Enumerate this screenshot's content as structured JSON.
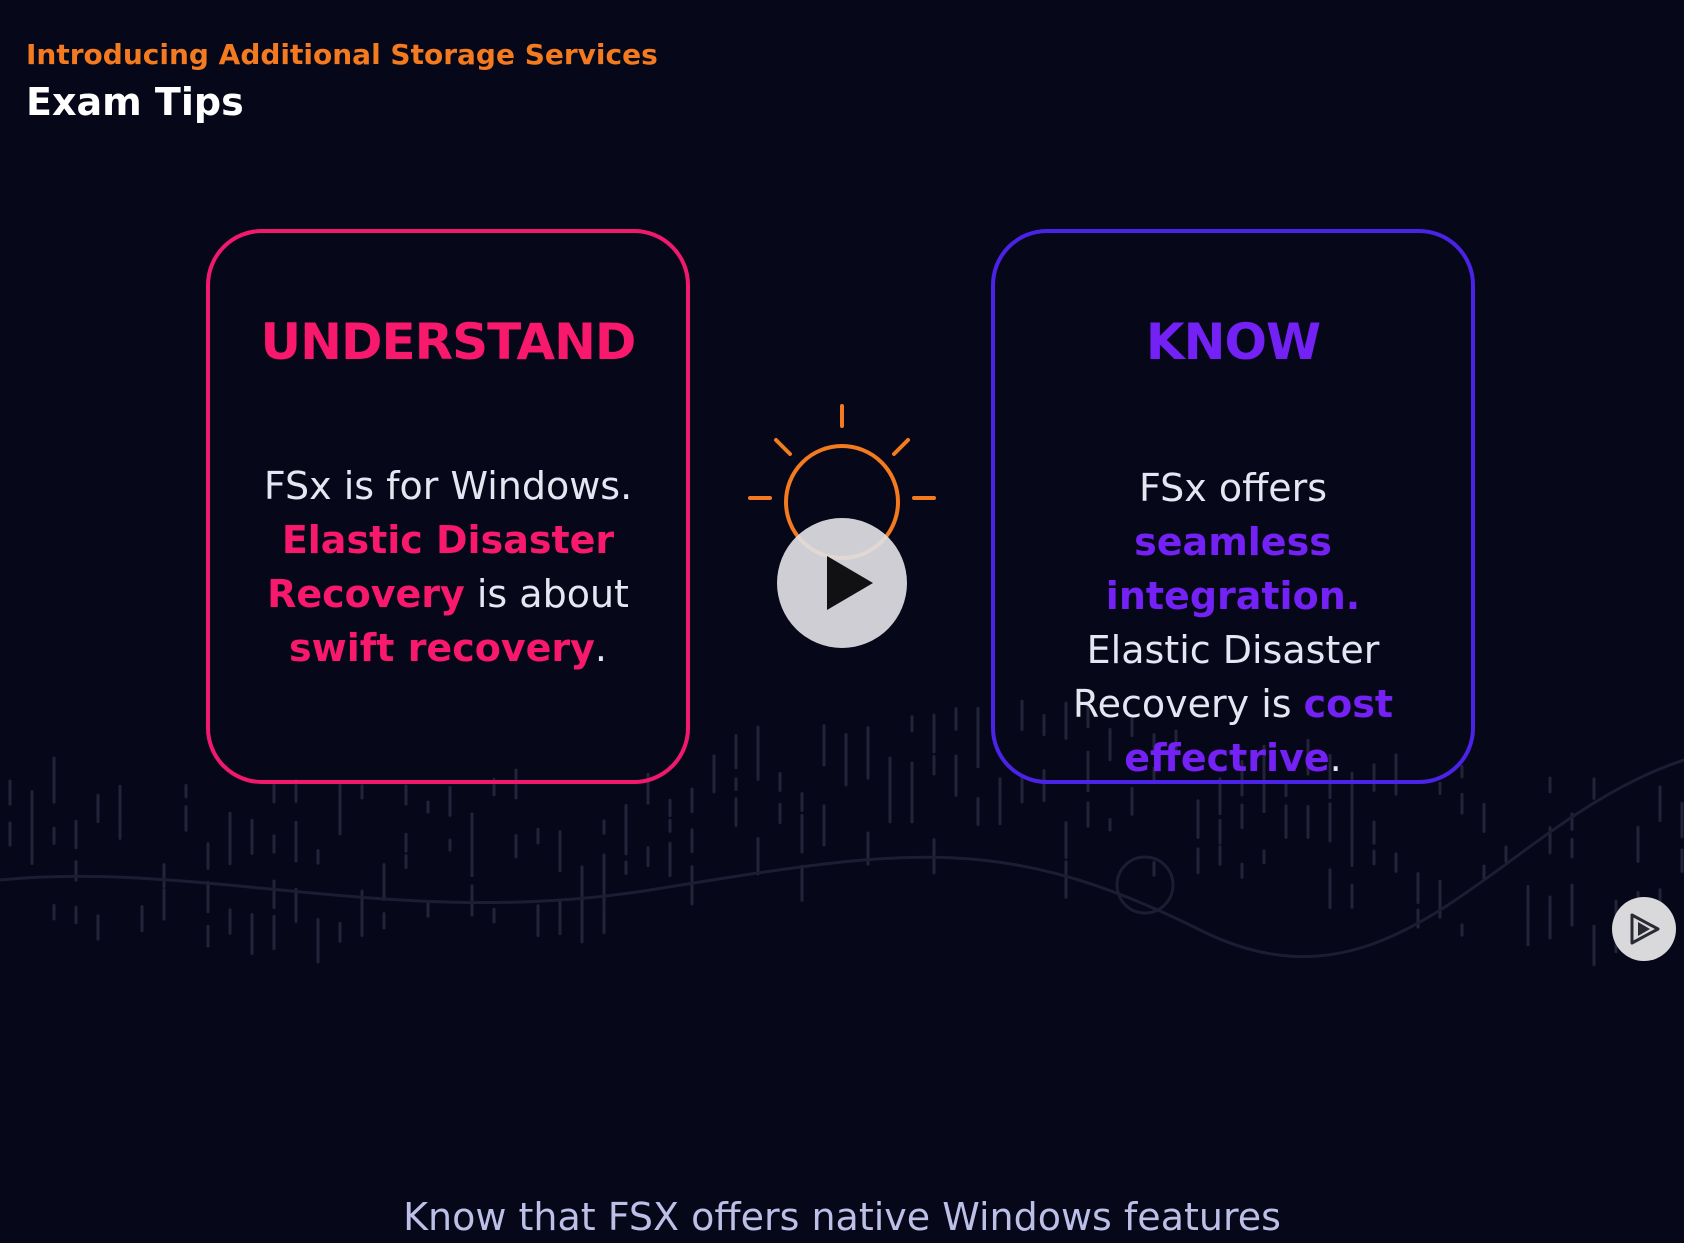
{
  "header": {
    "course_title": "Introducing Additional Storage Services",
    "module_title": "Exam Tips"
  },
  "cards": {
    "understand": {
      "heading": "UNDERSTAND",
      "line1": "FSx is for Windows.",
      "line2": "Elastic Disaster",
      "line3a": "Recovery",
      "line3b": " is about",
      "line4a": "swift recovery",
      "line4b": "."
    },
    "know": {
      "heading": "KNOW",
      "line1": "FSx offers",
      "line2": "seamless integration.",
      "line3": "Elastic Disaster",
      "line4a": "Recovery is ",
      "line4b": "cost",
      "line5a": "effectrive",
      "line5b": "."
    }
  },
  "player": {
    "play_icon": "play-icon",
    "watermark_icon": "pluralsight-play-icon"
  },
  "subtitle": "Know that FSX offers native Windows features",
  "colors": {
    "background": "#07071a",
    "course_title": "#f37a1f",
    "understand_accent": "#f8196c",
    "know_accent": "#7321f4",
    "bulb": "#f37a1f",
    "subtitle": "#bcbfe6"
  }
}
